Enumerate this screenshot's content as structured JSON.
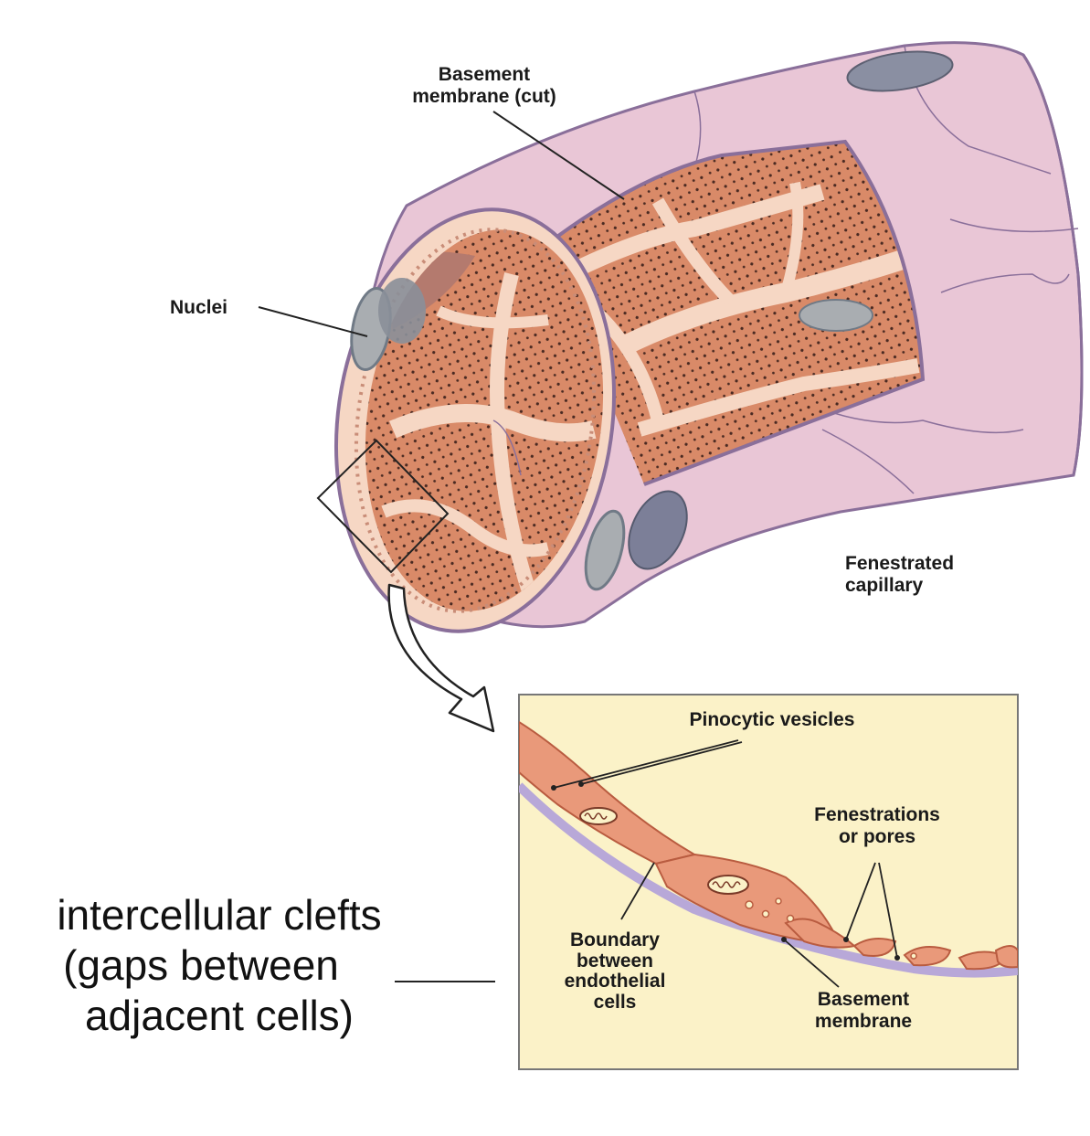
{
  "colors": {
    "outer_wall": "#e9c6d6",
    "outer_wall_edge": "#8a6f9a",
    "inner_lining": "#d98a68",
    "inner_light": "#f6d7c4",
    "pores": "#4a2a22",
    "nucleus_gray": "#a9adb1",
    "nucleus_dark": "#707a86",
    "inset_bg": "#fbf2c8",
    "inset_cell": "#e9997a",
    "inset_membrane": "#b8a8d8"
  },
  "labels": {
    "basement_cut": [
      "Basement",
      "membrane (cut)"
    ],
    "nuclei": "Nuclei",
    "fenestrated": [
      "Fenestrated",
      "capillary"
    ]
  },
  "inset": {
    "pinocytic": "Pinocytic vesicles",
    "fenestrations": [
      "Fenestrations",
      "or pores"
    ],
    "boundary": [
      "Boundary",
      "between",
      "endothelial",
      "cells"
    ],
    "basement": [
      "Basement",
      "membrane"
    ]
  },
  "annotation": {
    "lines": [
      "intercellular clefts",
      "(gaps between",
      "adjacent cells)"
    ]
  }
}
